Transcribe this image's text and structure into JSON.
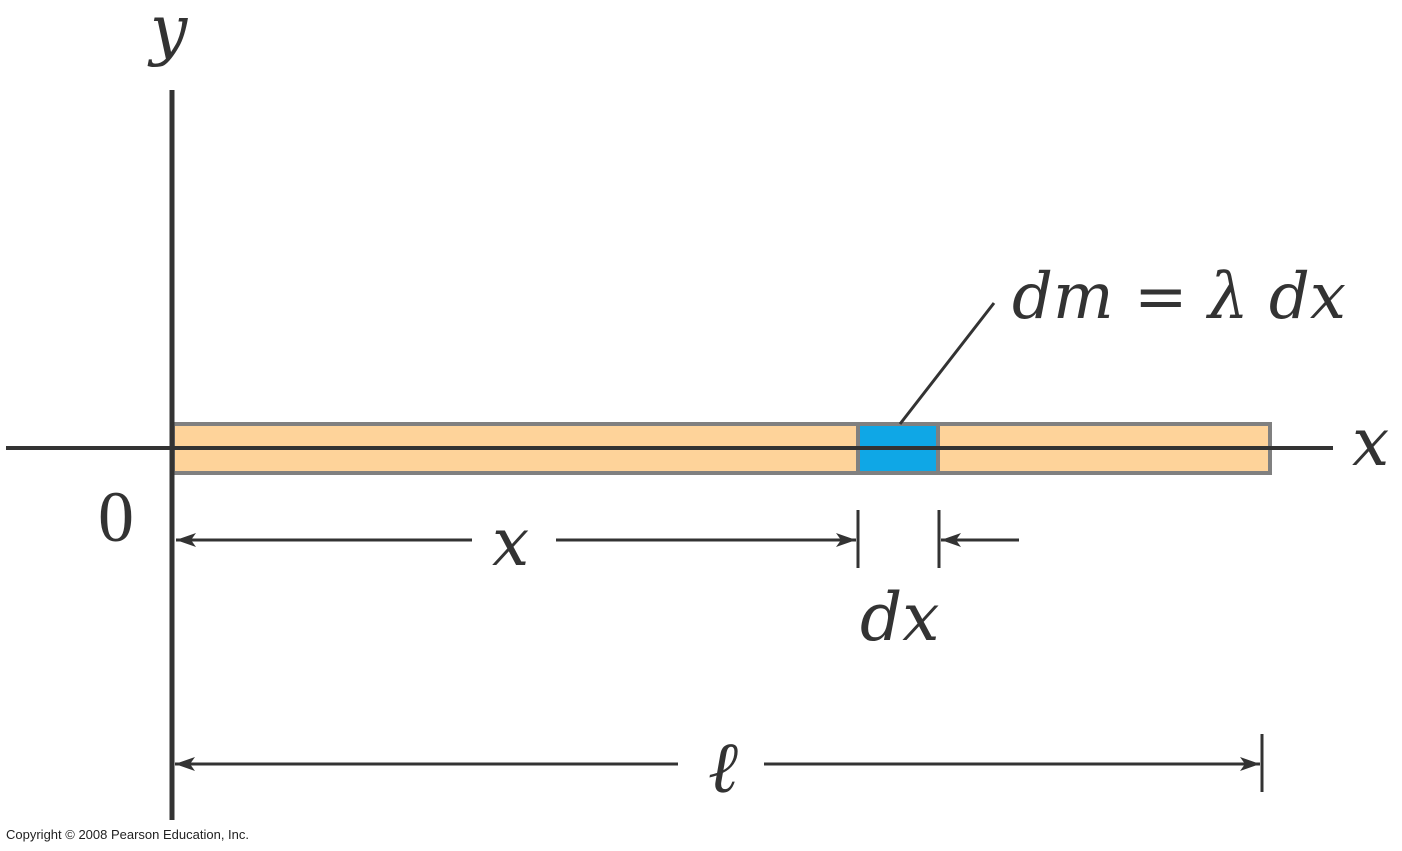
{
  "labels": {
    "y_axis": "y",
    "x_axis": "x",
    "origin": "0",
    "element_mass": "dm = λ dx",
    "distance_x": "x",
    "element_width": "dx",
    "length": "ℓ"
  },
  "copyright": "Copyright © 2008 Pearson Education, Inc.",
  "colors": {
    "rod_fill": "#FED39A",
    "element_fill": "#0FA7E6",
    "outline": "#808080",
    "axis": "#333333"
  }
}
